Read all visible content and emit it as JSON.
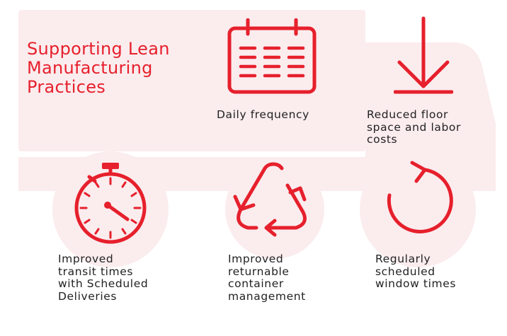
{
  "colors": {
    "accent": "#e6202c",
    "background_tint": "#fbecee",
    "text": "#222222"
  },
  "title": "Supporting Lean\nManufacturing\nPractices",
  "items": [
    {
      "icon": "calendar-icon",
      "label": "Daily frequency"
    },
    {
      "icon": "down-arrow-icon",
      "label": "Reduced floor\nspace and labor\ncosts"
    },
    {
      "icon": "stopwatch-icon",
      "label": "Improved\ntransit times\nwith Scheduled\nDeliveries"
    },
    {
      "icon": "recycle-icon",
      "label": "Improved\nreturnable\ncontainer\nmanagement"
    },
    {
      "icon": "circular-arrow-icon",
      "label": "Regularly\nscheduled\nwindow times"
    }
  ]
}
